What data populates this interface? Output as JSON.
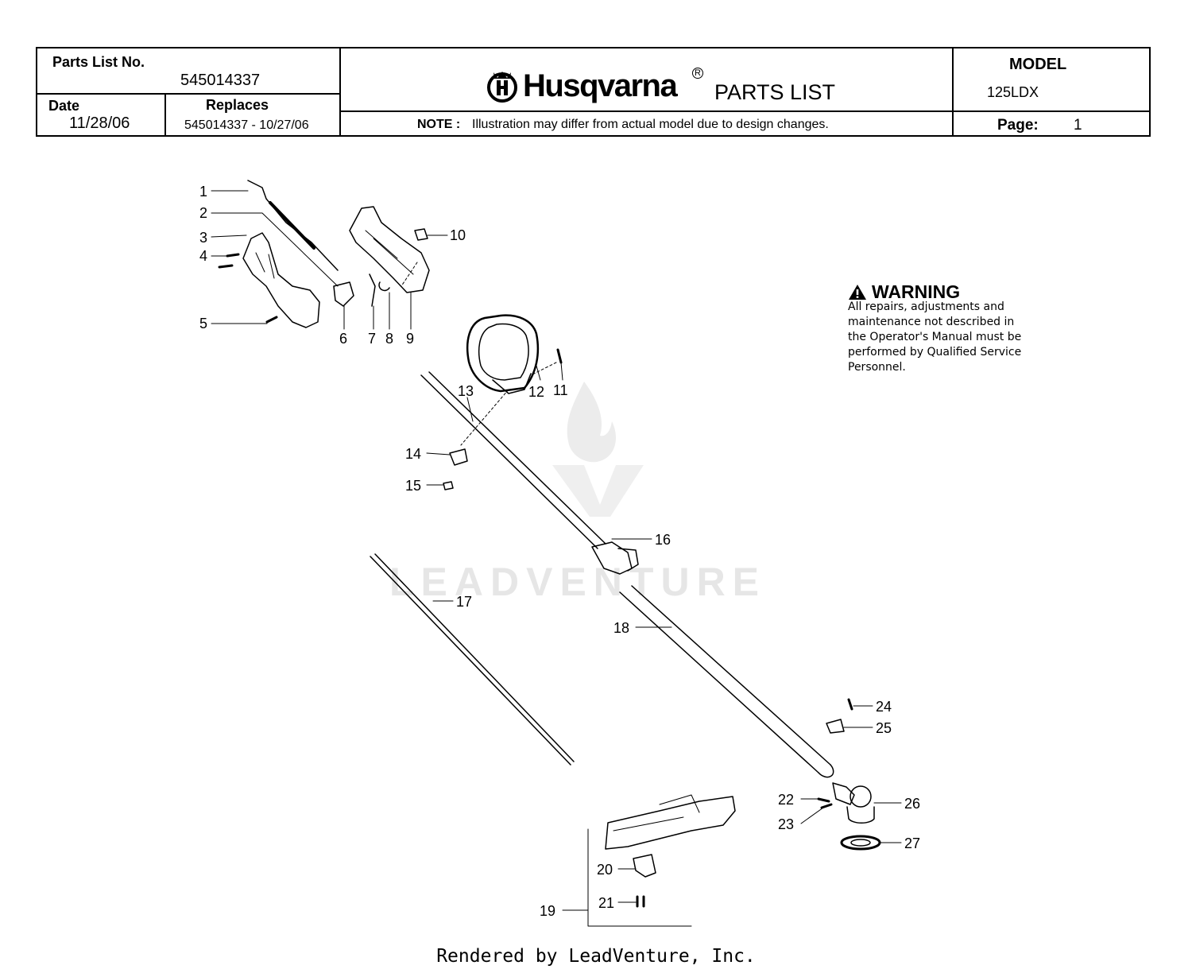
{
  "header": {
    "parts_list_no_label": "Parts List No.",
    "parts_list_no": "545014337",
    "date_label": "Date",
    "date": "11/28/06",
    "replaces_label": "Replaces",
    "replaces": "545014337 - 10/27/06",
    "brand": "Husqvarna",
    "registered": "R",
    "doc_type": "PARTS LIST",
    "note_label": "NOTE :",
    "note": "Illustration may differ from actual model due to design changes.",
    "model_label": "MODEL",
    "model": "125LDX",
    "page_label": "Page:",
    "page": "1"
  },
  "warning": {
    "title": "WARNING",
    "lines": [
      "All repairs, adjustments and",
      "maintenance not described in",
      "the Operator's Manual must be",
      "performed by Qualified Service",
      "Personnel."
    ]
  },
  "callouts": [
    "1",
    "2",
    "3",
    "4",
    "5",
    "6",
    "7",
    "8",
    "9",
    "10",
    "11",
    "12",
    "13",
    "14",
    "15",
    "16",
    "17",
    "18",
    "19",
    "20",
    "21",
    "22",
    "23",
    "24",
    "25",
    "26",
    "27"
  ],
  "watermark": "LEADVENTURE",
  "footer": "Rendered by LeadVenture, Inc."
}
